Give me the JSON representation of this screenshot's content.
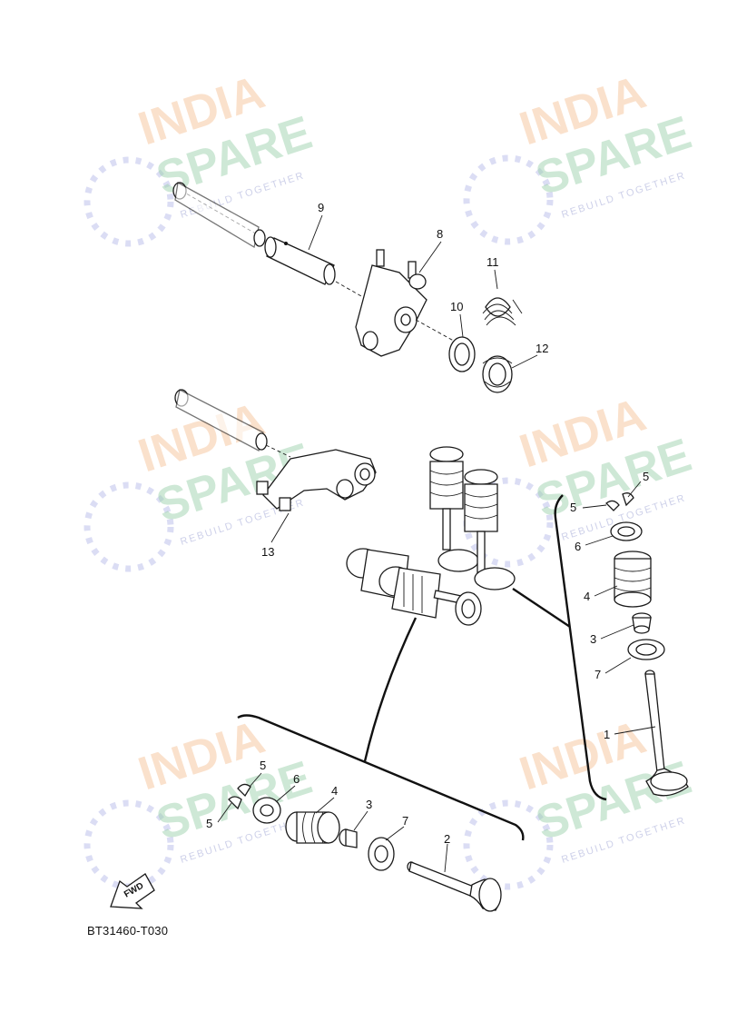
{
  "watermark": {
    "line1": "INDIA",
    "line2": "SPARE",
    "tagline": "REBUILD TOGETHER"
  },
  "callouts": {
    "c1": "1",
    "c2": "2",
    "c3a": "3",
    "c3b": "3",
    "c4a": "4",
    "c4b": "4",
    "c5a": "5",
    "c5b": "5",
    "c5c": "5",
    "c5d": "5",
    "c6a": "6",
    "c6b": "6",
    "c7a": "7",
    "c7b": "7",
    "c8": "8",
    "c9": "9",
    "c10": "10",
    "c11": "11",
    "c12": "12",
    "c13": "13"
  },
  "fwd_label": "FWD",
  "diagram_code": "BT31460-T030"
}
